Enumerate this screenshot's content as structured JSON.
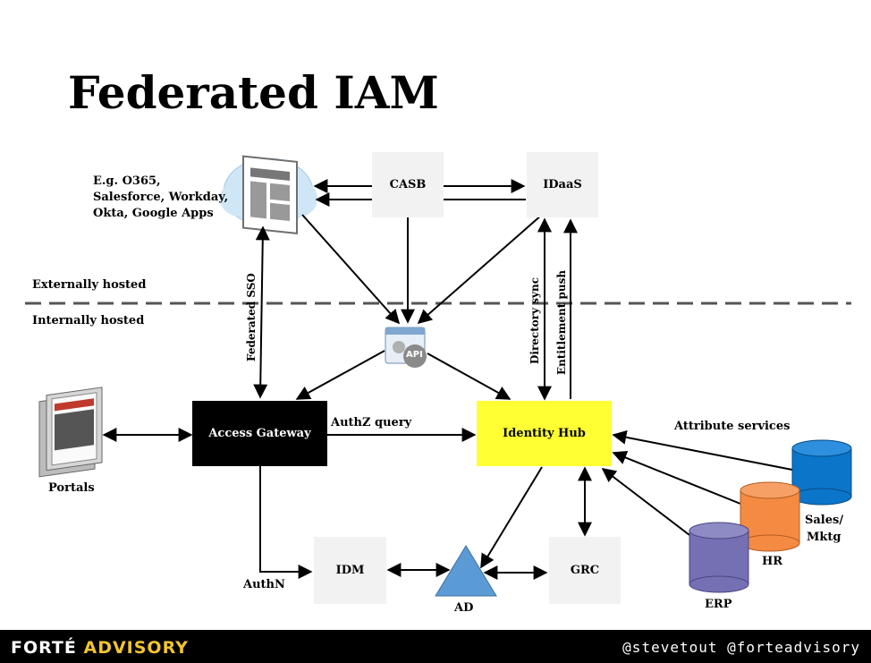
{
  "title": "Federated IAM",
  "zones": {
    "external": "Externally hosted",
    "internal": "Internally hosted"
  },
  "saas_label": [
    "E.g. O365,",
    "Salesforce, Workday,",
    "Okta, Google Apps"
  ],
  "nodes": {
    "casb": "CASB",
    "idaas": "IDaaS",
    "access_gateway": "Access Gateway",
    "identity_hub": "Identity Hub",
    "idm": "IDM",
    "grc": "GRC",
    "ad": "AD",
    "portals": "Portals",
    "api": "API",
    "erp": "ERP",
    "hr": "HR",
    "sales": [
      "Sales/",
      "Mktg"
    ]
  },
  "edge_labels": {
    "federated_sso": "Federated SSO",
    "authz_query": "AuthZ query",
    "authn": "AuthN",
    "directory_sync": "Directory sync",
    "entitlement_push": "Entitlement push",
    "attribute_services": "Attribute services"
  },
  "footer": {
    "brand_part1": "FORTÉ",
    "brand_part2": "ADVISORY",
    "handles": "@stevetout @forteadvisory"
  },
  "colors": {
    "identity_hub": "#ffff33",
    "access_gateway": "#000000",
    "light_box": "#f2f2f2",
    "ad": "#5b9bd5",
    "erp": "#7570b3",
    "hr": "#f58a42",
    "sales": "#0b75c9",
    "brand_accent": "#f2c52e"
  }
}
